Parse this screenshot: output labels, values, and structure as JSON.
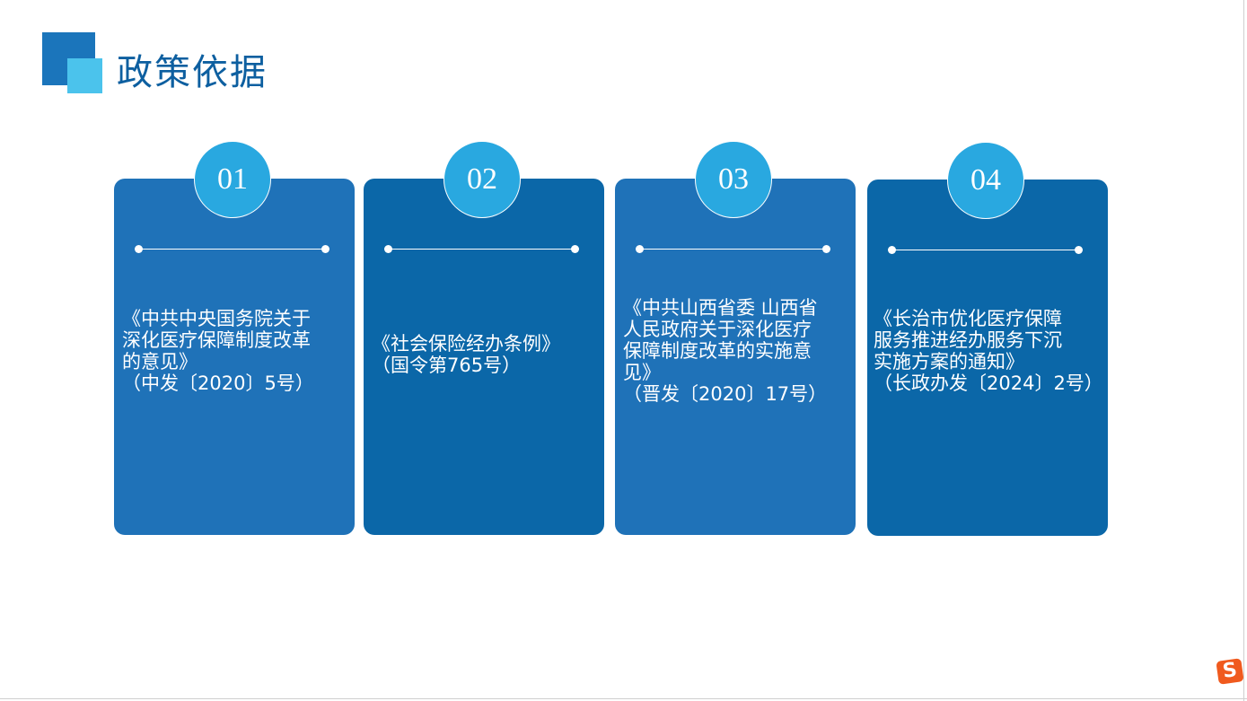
{
  "title": "政策依据",
  "cards": [
    {
      "num": "01",
      "text": "《中共中央国务院关于\n深化医疗保障制度改革\n的意见》\n（中发〔2020〕5号）"
    },
    {
      "num": "02",
      "text": "《社会保险经办条例》\n（国令第765号）"
    },
    {
      "num": "03",
      "text": "《中共山西省委 山西省\n人民政府关于深化医疗\n保障制度改革的实施意\n见》\n（晋发〔2020〕17号）"
    },
    {
      "num": "04",
      "text": "《长治市优化医疗保障\n服务推进经办服务下沉\n实施方案的通知》\n（长政办发〔2024〕2号）"
    }
  ],
  "ime_logo": "S"
}
